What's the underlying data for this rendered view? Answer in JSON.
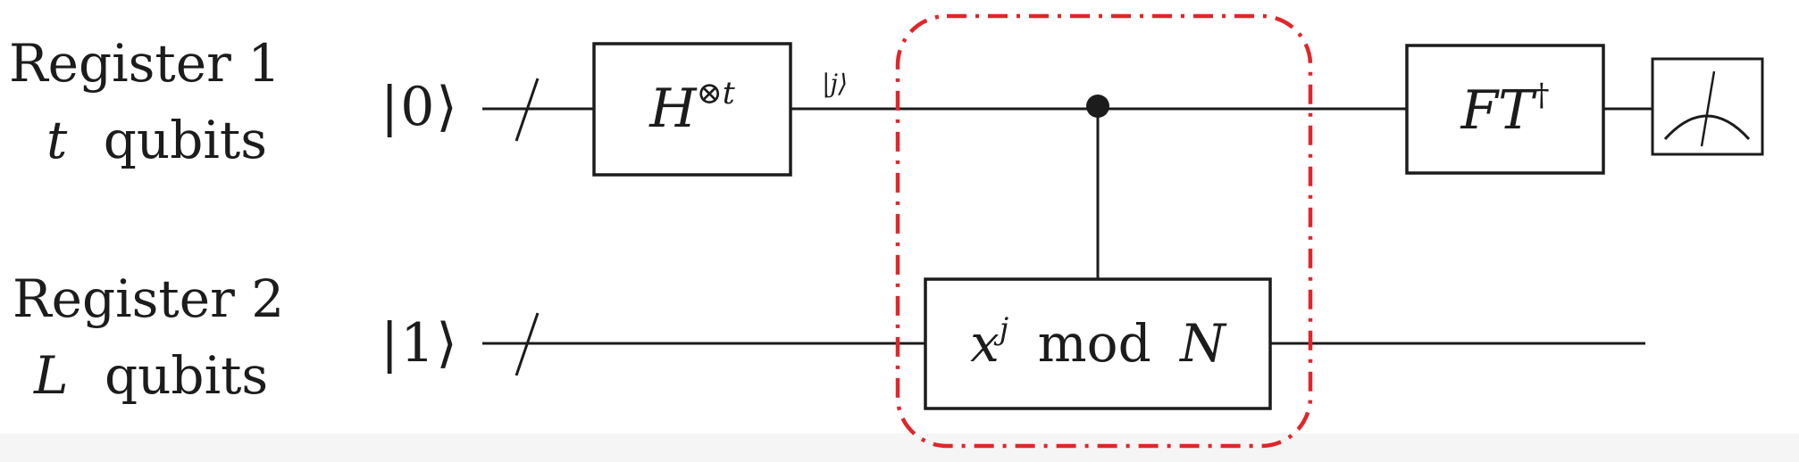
{
  "register1": {
    "name": "Register 1",
    "size_var": "t",
    "size_unit": "qubits",
    "initial_state": "|0⟩"
  },
  "register2": {
    "name": "Register 2",
    "size_var": "L",
    "size_unit": "qubits",
    "initial_state": "|1⟩"
  },
  "gates": {
    "hadamard": {
      "base": "H",
      "superscript": "⊗t"
    },
    "wire_label": "|j⟩",
    "modexp": {
      "base": "x",
      "exp": "j",
      "op": "mod",
      "modulus": "N"
    },
    "inverse_ft": {
      "base": "FT",
      "superscript": "†"
    },
    "measurement": "meter-icon"
  },
  "colors": {
    "highlight_border": "#e0262b",
    "wire": "#1c1c1c"
  }
}
